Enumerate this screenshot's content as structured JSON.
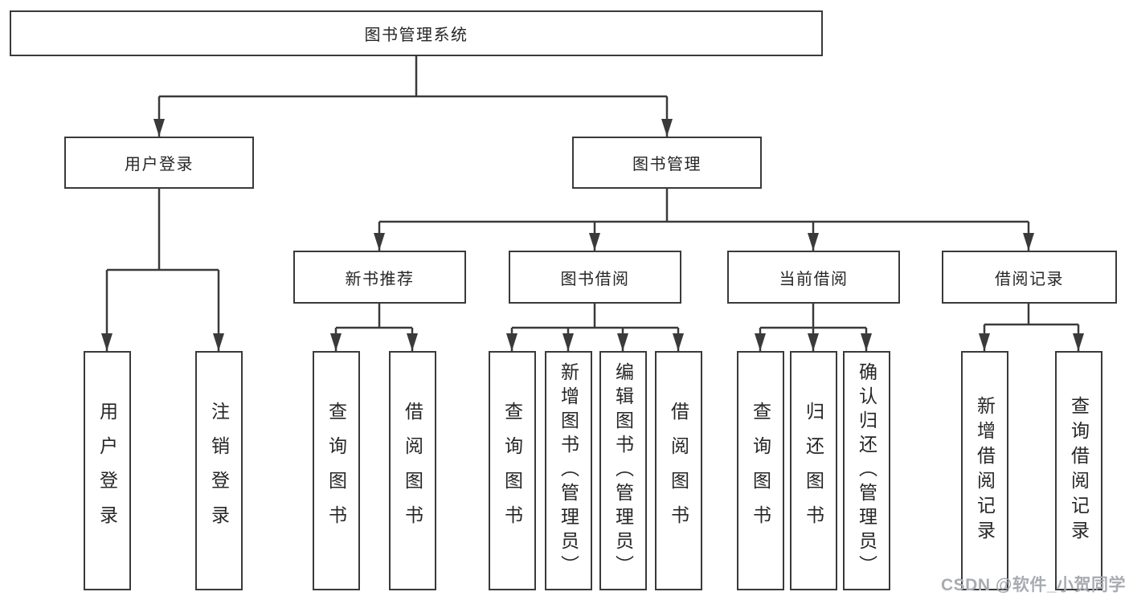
{
  "tree": {
    "root": {
      "label": "图书管理系统"
    },
    "user": {
      "label": "用户登录",
      "children": [
        {
          "label": "用户登录"
        },
        {
          "label": "注销登录"
        }
      ]
    },
    "management": {
      "label": "图书管理",
      "sections": [
        {
          "label": "新书推荐",
          "children": [
            {
              "label": "查询图书"
            },
            {
              "label": "借阅图书"
            }
          ]
        },
        {
          "label": "图书借阅",
          "children": [
            {
              "label": "查询图书"
            },
            {
              "label": "新增图书（管理员）"
            },
            {
              "label": "编辑图书（管理员）"
            },
            {
              "label": "借阅图书"
            }
          ]
        },
        {
          "label": "当前借阅",
          "children": [
            {
              "label": "查询图书"
            },
            {
              "label": "归还图书"
            },
            {
              "label": "确认归还（管理员）"
            }
          ]
        },
        {
          "label": "借阅记录",
          "children": [
            {
              "label": "新增借阅记录"
            },
            {
              "label": "查询借阅记录"
            }
          ]
        }
      ]
    }
  },
  "watermark": "CSDN @软件_小贺同学",
  "colors": {
    "line": "#3a3a3a",
    "text": "#262626",
    "watermark": "#a8abb0",
    "bg": "#ffffff"
  }
}
